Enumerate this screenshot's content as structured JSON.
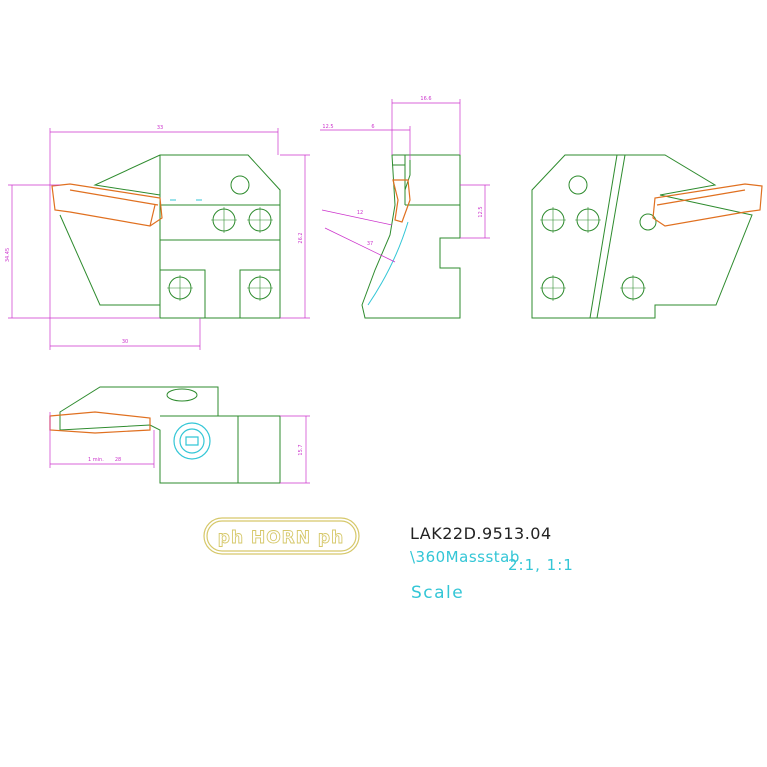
{
  "title_block": {
    "drawing_number": "LAK22D.9513.04",
    "scale_line": "\\360Massstab",
    "scale_value": "2:1, 1:1",
    "scale_label": "Scale"
  },
  "logo": {
    "text": "ph HORN ph"
  },
  "dimensions": {
    "front_width": "33",
    "front_height_left": "34.45",
    "front_height_right": "26.2",
    "front_bottom": "30",
    "side_top": "16.6",
    "side_top_small": "12.5",
    "side_top_small2": "6",
    "side_right": "12.5",
    "side_angle_1": "12",
    "side_angle_2": "37",
    "bottom_left": "28",
    "bottom_left_prefix": "1 min.",
    "bottom_right": "15.7"
  },
  "colors": {
    "outline": "#2e8b2e",
    "dimension": "#cc33cc",
    "insert": "#e07020",
    "cyan": "#33c6d6",
    "logo": "#d6c86a",
    "text": "#222222"
  }
}
